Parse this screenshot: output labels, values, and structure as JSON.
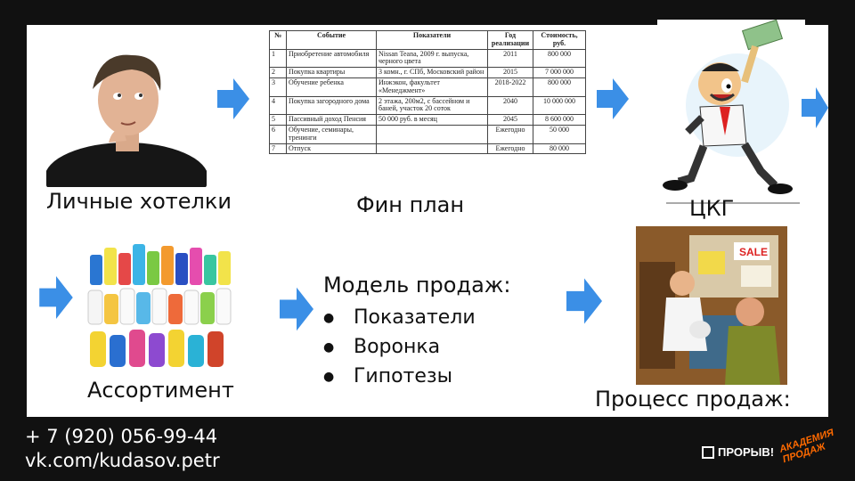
{
  "labels": {
    "personal_wishes": "Личные хотелки",
    "fin_plan": "Фин план",
    "tsg": "ЦКГ",
    "assortment": "Ассортимент",
    "sales_model_title": "Модель продаж:",
    "sales_process": "Процесс продаж:"
  },
  "sales_model_items": [
    "Показатели",
    "Воронка",
    "Гипотезы"
  ],
  "fin_table": {
    "headers": [
      "№",
      "Событие",
      "Показатели",
      "Год реализации",
      "Стоимость, руб."
    ],
    "rows": [
      [
        "1",
        "Приобретение автомобиля",
        "Nissan Teana, 2009 г. выпуска, черного цвета",
        "2011",
        "800 000"
      ],
      [
        "2",
        "Покупка квартиры",
        "3 комн., г. СПб, Московский район",
        "2015",
        "7 000 000"
      ],
      [
        "3",
        "Обучение ребенка",
        "Инжэкон, факультет «Менеджмент»",
        "2018-2022",
        "800 000"
      ],
      [
        "4",
        "Покупка загородного дома",
        "2 этажа, 200м2, с бассейном и баней, участок 20 соток",
        "2040",
        "10 000 000"
      ],
      [
        "5",
        "Пассивный доход Пенсия",
        "50 000 руб. в месяц",
        "2045",
        "8 600 000"
      ],
      [
        "6",
        "Обучение, семинары, тренинги",
        "",
        "Ежегодно",
        "50 000"
      ],
      [
        "7",
        "Отпуск",
        "",
        "Ежегодно",
        "80 000"
      ]
    ]
  },
  "footer": {
    "phone": "+ 7 (920) 056-99-44",
    "vk": "vk.com/kudasov.petr",
    "brand": "ПРОРЫВ!",
    "academy_line1": "АКАДЕМИЯ",
    "academy_line2": "ПРОДАЖ"
  },
  "colors": {
    "arrow": "#3b8fe6",
    "background": "#111111",
    "slide": "#ffffff"
  },
  "icons": [
    "thinking-man-photo",
    "running-man-with-money",
    "household-products-photo",
    "shop-sale-illustration",
    "arrow-right-icon"
  ]
}
